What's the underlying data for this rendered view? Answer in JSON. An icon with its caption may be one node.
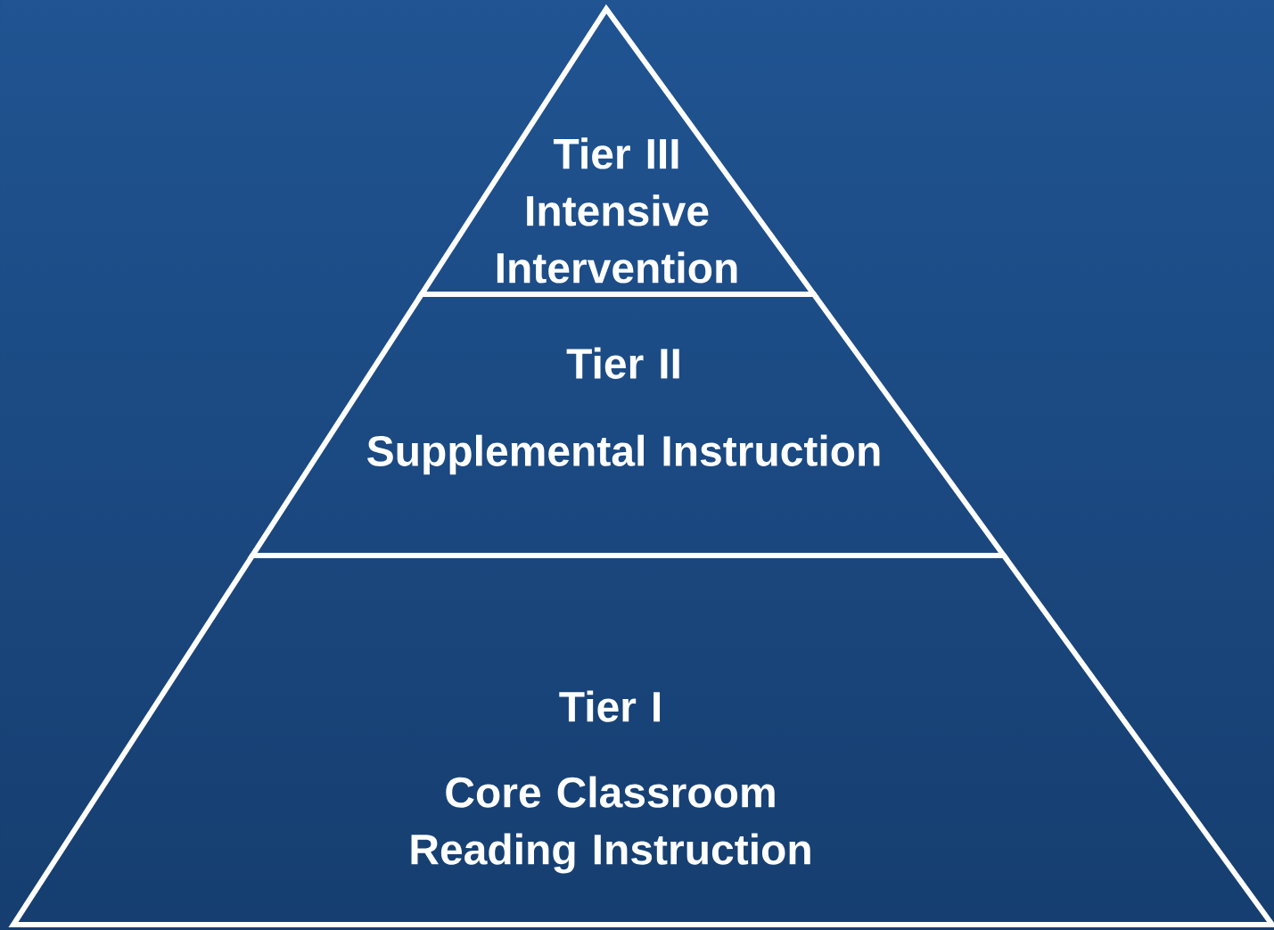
{
  "diagram": {
    "nodes": [
      {
        "text": [
          "Tier III",
          "Intensive Intervention"
        ]
      },
      {
        "text": [
          "Tier II",
          "Supplemental Instruction"
        ]
      },
      {
        "text": [
          "Tier I",
          "Core Classroom Reading Instruction"
        ]
      }
    ]
  }
}
